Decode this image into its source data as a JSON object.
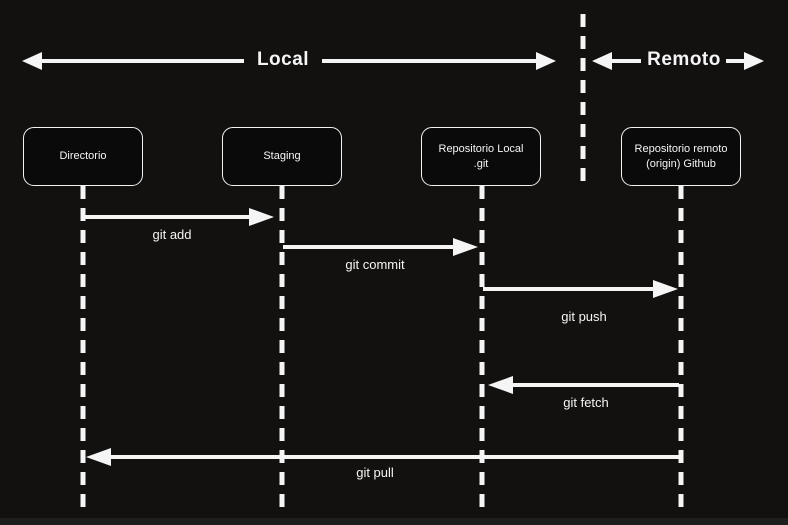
{
  "header": {
    "local_label": "Local",
    "remote_label": "Remoto"
  },
  "nodes": [
    {
      "id": "directorio",
      "label": "Directorio"
    },
    {
      "id": "staging",
      "label": "Staging"
    },
    {
      "id": "repo-local",
      "label": "Repositorio Local",
      "line2": ".git"
    },
    {
      "id": "repo-remoto",
      "label": "Repositorio remoto",
      "line2": "(origin) Github"
    }
  ],
  "arrows": [
    {
      "id": "git-add",
      "label": "git add",
      "from": "directorio",
      "to": "staging",
      "direction": "right"
    },
    {
      "id": "git-commit",
      "label": "git commit",
      "from": "staging",
      "to": "repo-local",
      "direction": "right"
    },
    {
      "id": "git-push",
      "label": "git push",
      "from": "repo-local",
      "to": "repo-remoto",
      "direction": "right"
    },
    {
      "id": "git-fetch",
      "label": "git fetch",
      "from": "repo-remoto",
      "to": "repo-local",
      "direction": "left"
    },
    {
      "id": "git-pull",
      "label": "git pull",
      "from": "repo-remoto",
      "to": "directorio",
      "direction": "left"
    }
  ],
  "colors": {
    "background": "#131110",
    "box_fill": "#0a0a0a",
    "stroke": "#f5f5f5",
    "text": "#f5f5f5"
  }
}
